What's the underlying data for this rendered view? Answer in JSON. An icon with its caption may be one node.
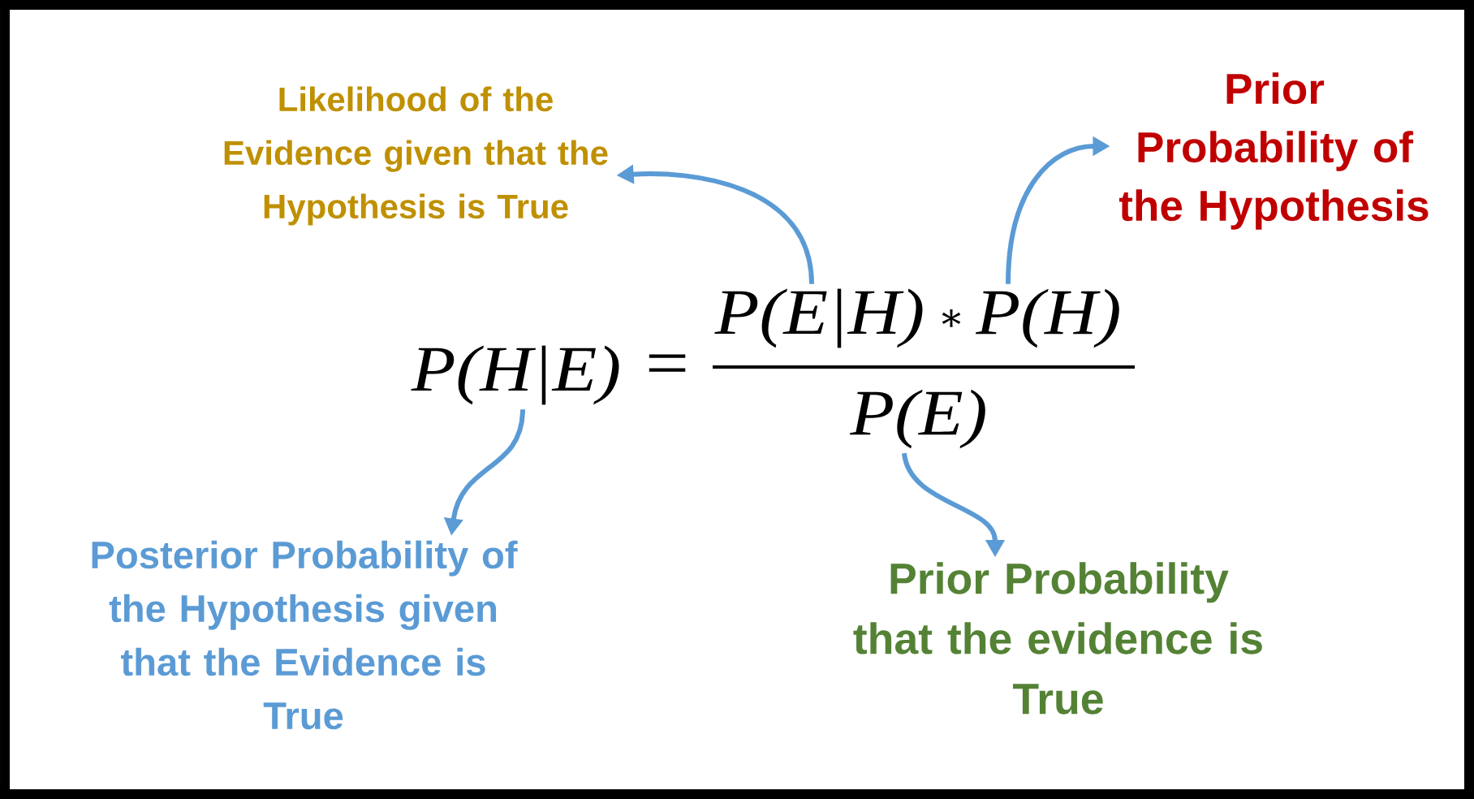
{
  "diagram": {
    "nodes": [
      {
        "text": [
          "Likelihood of the Evidence given that the Hypothesis is True"
        ]
      },
      {
        "text": [
          "Prior Probability of the Hypothesis"
        ]
      },
      {
        "text": [
          "P(H|E)"
        ]
      },
      {
        "text": [
          "P(E|H)"
        ]
      },
      {
        "text": [
          "P(H)"
        ]
      },
      {
        "text": [
          "P(E)"
        ]
      },
      {
        "text": [
          "Posterior Probability of the Hypothesis given that the Evidence is True"
        ]
      },
      {
        "text": [
          "Prior Probability that the evidence is True"
        ]
      }
    ],
    "edges": [
      {
        "from": 3,
        "to": 0,
        "arrow": "to"
      },
      {
        "from": 4,
        "to": 1,
        "arrow": "to"
      },
      {
        "from": 2,
        "to": 6,
        "arrow": "to"
      },
      {
        "from": 5,
        "to": 7,
        "arrow": "to"
      }
    ],
    "labels": [
      "=",
      "∗"
    ]
  }
}
